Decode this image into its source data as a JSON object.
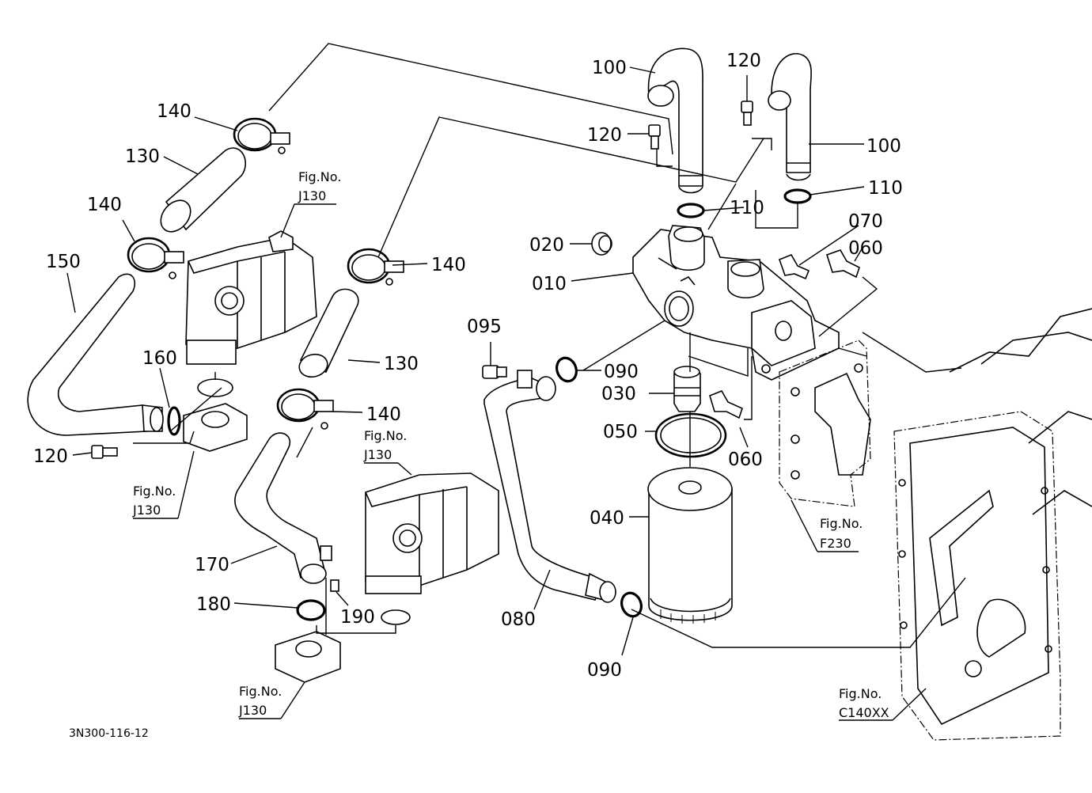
{
  "drawing_code": "3N300-116-12",
  "fig_prefix": "Fig.No.",
  "callouts": [
    {
      "id": "c100a",
      "text": "100"
    },
    {
      "id": "c100b",
      "text": "100"
    },
    {
      "id": "c120a",
      "text": "120"
    },
    {
      "id": "c120b",
      "text": "120"
    },
    {
      "id": "c120c",
      "text": "120"
    },
    {
      "id": "c110a",
      "text": "110"
    },
    {
      "id": "c110b",
      "text": "110"
    },
    {
      "id": "c070",
      "text": "070"
    },
    {
      "id": "c060a",
      "text": "060"
    },
    {
      "id": "c060b",
      "text": "060"
    },
    {
      "id": "c020",
      "text": "020"
    },
    {
      "id": "c010",
      "text": "010"
    },
    {
      "id": "c095",
      "text": "095"
    },
    {
      "id": "c090a",
      "text": "090"
    },
    {
      "id": "c090b",
      "text": "090"
    },
    {
      "id": "c030",
      "text": "030"
    },
    {
      "id": "c050",
      "text": "050"
    },
    {
      "id": "c040",
      "text": "040"
    },
    {
      "id": "c080",
      "text": "080"
    },
    {
      "id": "c140a",
      "text": "140"
    },
    {
      "id": "c140b",
      "text": "140"
    },
    {
      "id": "c140c",
      "text": "140"
    },
    {
      "id": "c140d",
      "text": "140"
    },
    {
      "id": "c130a",
      "text": "130"
    },
    {
      "id": "c130b",
      "text": "130"
    },
    {
      "id": "c150",
      "text": "150"
    },
    {
      "id": "c160",
      "text": "160"
    },
    {
      "id": "c170",
      "text": "170"
    },
    {
      "id": "c180",
      "text": "180"
    },
    {
      "id": "c190",
      "text": "190"
    }
  ],
  "fig_refs": [
    {
      "id": "f1",
      "code": "J130"
    },
    {
      "id": "f2",
      "code": "J130"
    },
    {
      "id": "f3",
      "code": "J130"
    },
    {
      "id": "f4",
      "code": "J130"
    },
    {
      "id": "f5",
      "code": "F230"
    },
    {
      "id": "f6",
      "code": "C140XX"
    }
  ]
}
